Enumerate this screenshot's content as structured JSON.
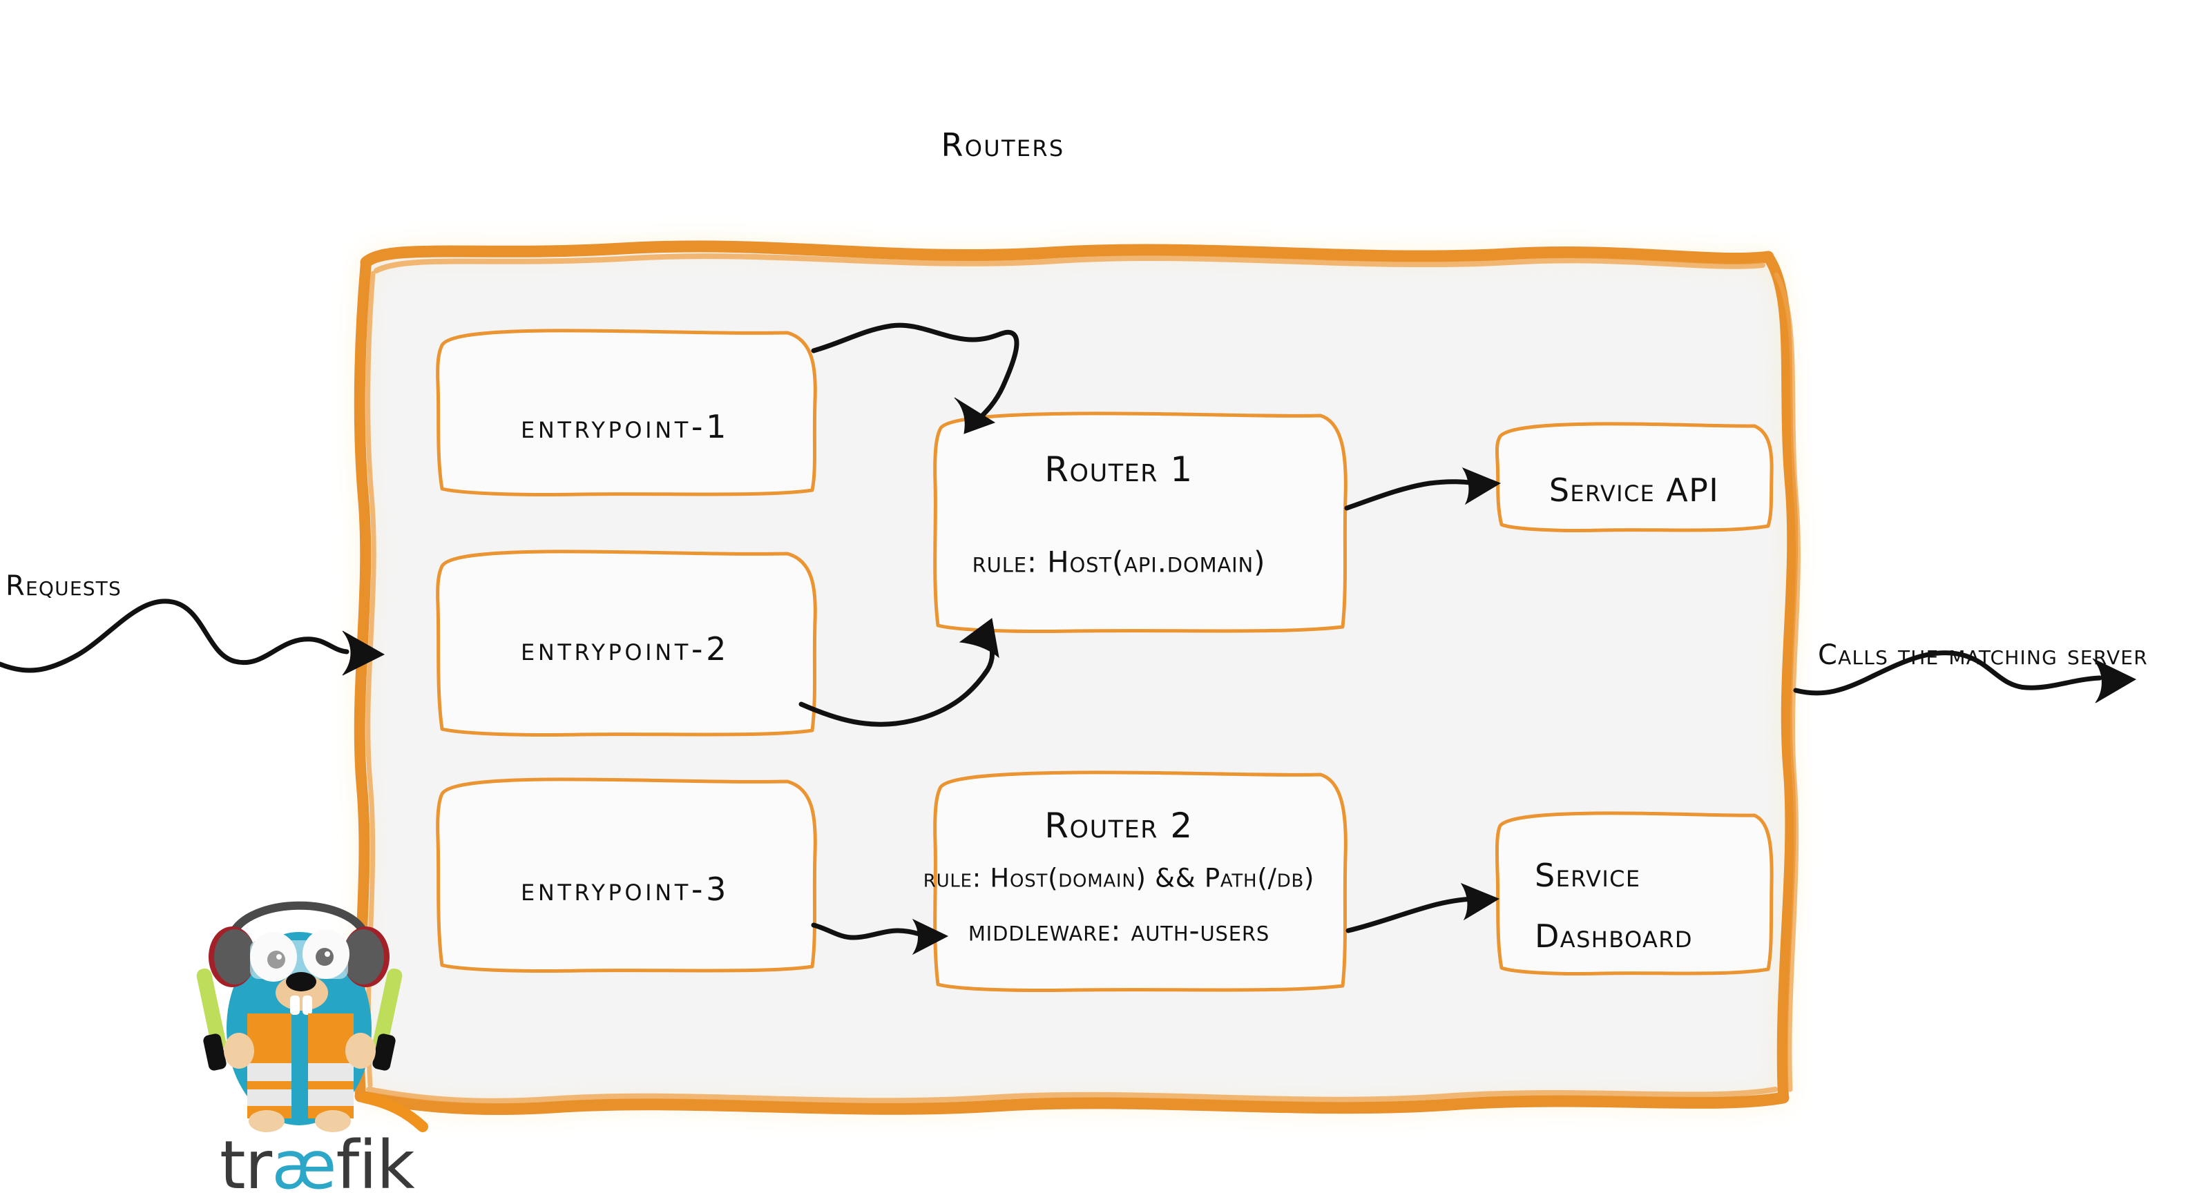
{
  "diagram": {
    "title": "Routers",
    "brand": {
      "wordmark_prefix": "tr",
      "wordmark_ae": "æ",
      "wordmark_suffix": "fik",
      "mascot": "traefik-gopher-mascot"
    },
    "colors": {
      "accent_orange": "#E8902A",
      "box_border_orange": "#EA9432",
      "panel_fill": "#F4F4F4",
      "box_fill": "#FBFBFB",
      "ink_black": "#0D0D0D",
      "gopher_body_cyan": "#27A5C4",
      "gopher_vest_orange": "#F0921E",
      "gopher_stripe_white": "#E8E8E8",
      "wordmark_grey": "#3A3A3A",
      "wordmark_cyan": "#2CA7C8"
    },
    "left_label": "Requests",
    "right_label": "Calls the matching server",
    "entrypoints": [
      {
        "label": "entrypoint-1"
      },
      {
        "label": "entrypoint-2"
      },
      {
        "label": "entrypoint-3"
      }
    ],
    "routers": [
      {
        "name": "Router 1",
        "lines": [
          "rule: Host(api.domain)"
        ]
      },
      {
        "name": "Router 2",
        "lines": [
          "rule: Host(domain) && Path(/db)",
          "middleware: auth-users"
        ]
      }
    ],
    "services": [
      {
        "lines": [
          "Service API"
        ]
      },
      {
        "lines": [
          "Service",
          "Dashboard"
        ]
      }
    ],
    "flows": [
      {
        "from": "entrypoint-1",
        "to": "Router 1"
      },
      {
        "from": "entrypoint-2",
        "to": "Router 1"
      },
      {
        "from": "entrypoint-3",
        "to": "Router 2"
      },
      {
        "from": "Router 1",
        "to": "Service API"
      },
      {
        "from": "Router 2",
        "to": "Service Dashboard"
      }
    ]
  }
}
